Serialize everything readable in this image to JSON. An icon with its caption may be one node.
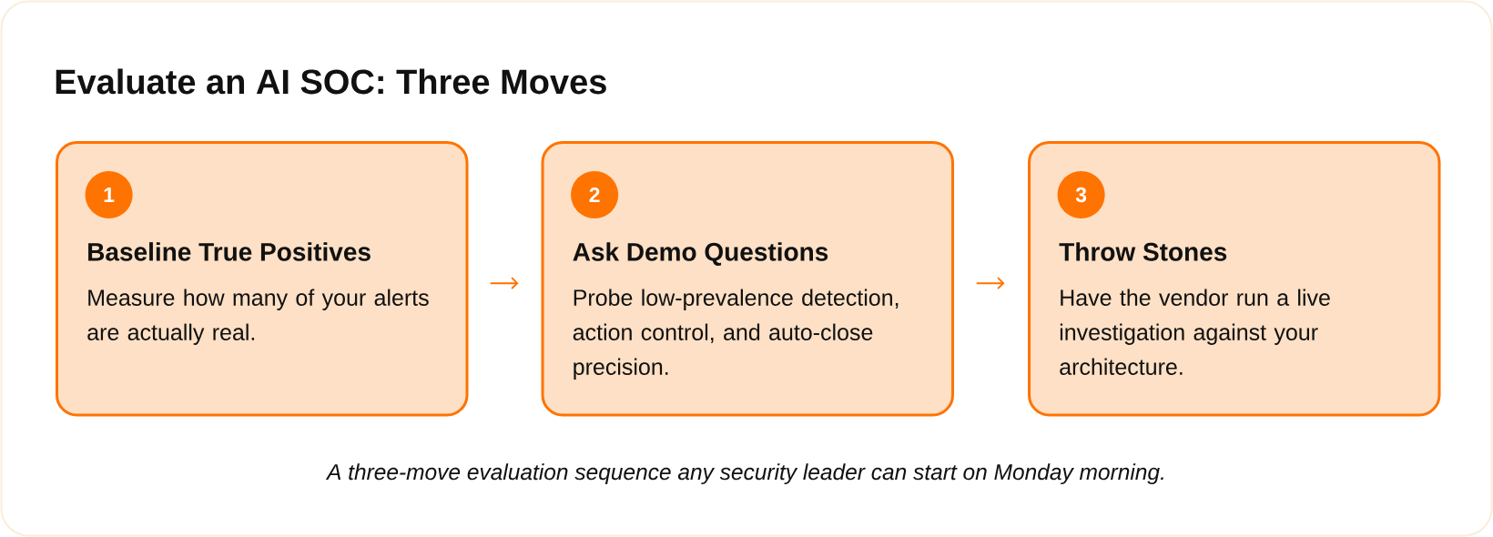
{
  "diagram": {
    "title": "Evaluate an AI SOC: Three Moves",
    "caption": "A three-move evaluation sequence any security leader can start on Monday morning.",
    "nodes": [
      {
        "text": [
          "Baseline True Positives",
          "Measure how many of your alerts are actually real."
        ]
      },
      {
        "text": [
          "1"
        ],
        "in": 0
      },
      {
        "text": [
          "Ask Demo Questions",
          "Probe low-prevalence detection, action control, and auto-close precision."
        ]
      },
      {
        "text": [
          "2"
        ],
        "in": 2
      },
      {
        "text": [
          "Throw Stones",
          "Have the vendor run a live investigation against your architecture."
        ]
      },
      {
        "text": [
          "3"
        ],
        "in": 4
      }
    ],
    "edges": [
      {
        "from": 0,
        "to": 2,
        "arrow": "to"
      },
      {
        "from": 2,
        "to": 4,
        "arrow": "to"
      }
    ]
  }
}
